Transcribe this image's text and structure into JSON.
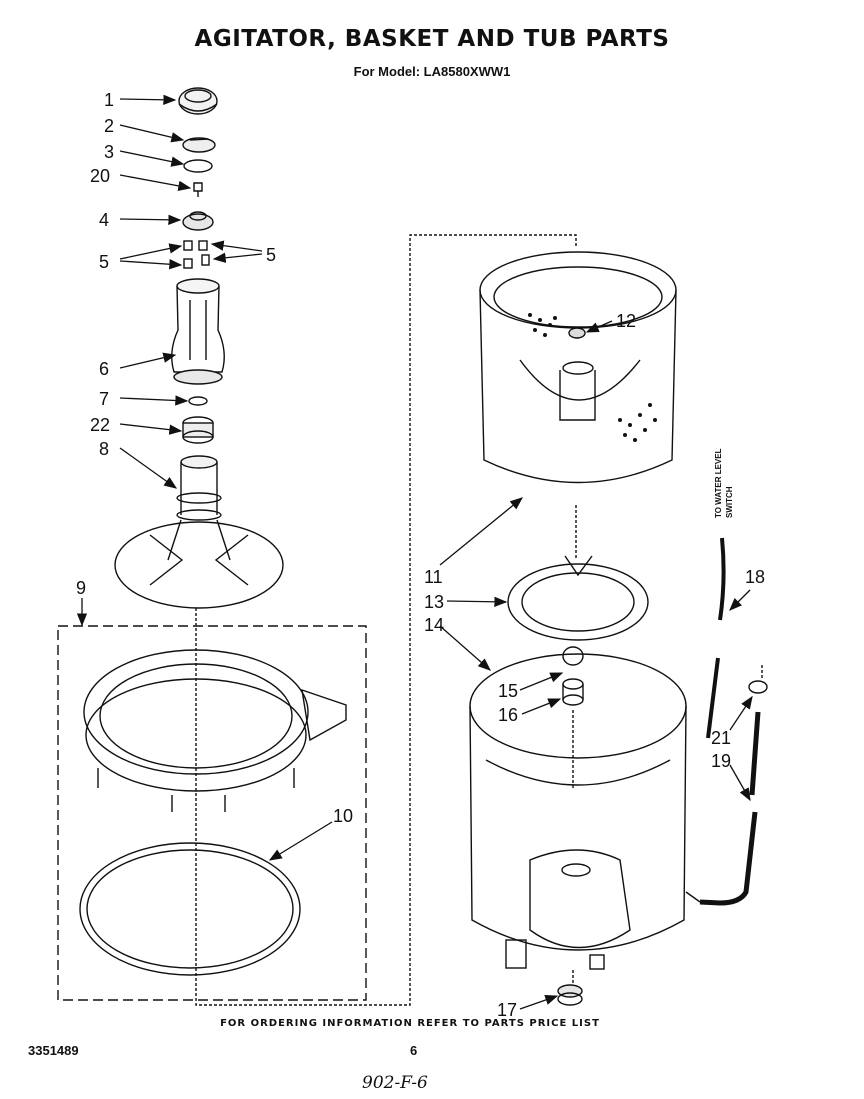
{
  "header": {
    "title": "AGITATOR, BASKET AND TUB PARTS",
    "subtitle": "For Model: LA8580XWW1"
  },
  "side_note": {
    "line1": "TO WATER LEVEL",
    "line2": "SWITCH"
  },
  "part_labels": {
    "p1": "1",
    "p2": "2",
    "p3": "3",
    "p20": "20",
    "p4": "4",
    "p5a": "5",
    "p5b": "5",
    "p6": "6",
    "p7": "7",
    "p22": "22",
    "p8": "8",
    "p9": "9",
    "p10": "10",
    "p11": "11",
    "p12": "12",
    "p13": "13",
    "p14": "14",
    "p15": "15",
    "p16": "16",
    "p17": "17",
    "p18": "18",
    "p19": "19",
    "p21": "21"
  },
  "footer": {
    "note": "FOR ORDERING INFORMATION REFER TO PARTS PRICE LIST",
    "doc_number": "3351489",
    "page": "6",
    "handwritten": "902-F-6"
  }
}
